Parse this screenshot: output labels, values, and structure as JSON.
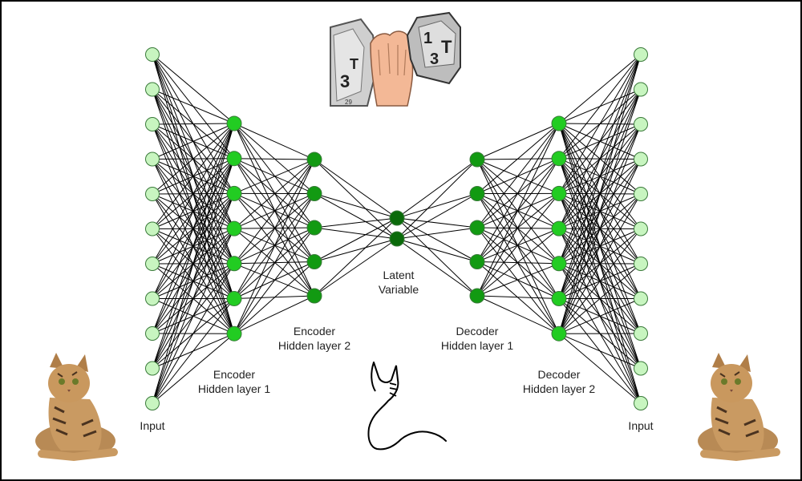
{
  "layers": [
    {
      "id": "input-left",
      "nodes": 11,
      "color": "#c8f5c0",
      "label": "Input"
    },
    {
      "id": "encoder-hidden-1",
      "nodes": 7,
      "color": "#22cc22",
      "label_line1": "Encoder",
      "label_line2": "Hidden layer 1"
    },
    {
      "id": "encoder-hidden-2",
      "nodes": 5,
      "color": "#129a12",
      "label_line1": "Encoder",
      "label_line2": "Hidden layer 2"
    },
    {
      "id": "latent",
      "nodes": 2,
      "color": "#0a6a0a",
      "label_line1": "Latent",
      "label_line2": "Variable"
    },
    {
      "id": "decoder-hidden-1",
      "nodes": 5,
      "color": "#129a12",
      "label_line1": "Decoder",
      "label_line2": "Hidden layer 1"
    },
    {
      "id": "decoder-hidden-2",
      "nodes": 7,
      "color": "#22cc22",
      "label_line1": "Decoder",
      "label_line2": "Hidden layer 2"
    },
    {
      "id": "input-right",
      "nodes": 11,
      "color": "#c8f5c0",
      "label": "Input"
    }
  ],
  "connection_color": "#000000"
}
